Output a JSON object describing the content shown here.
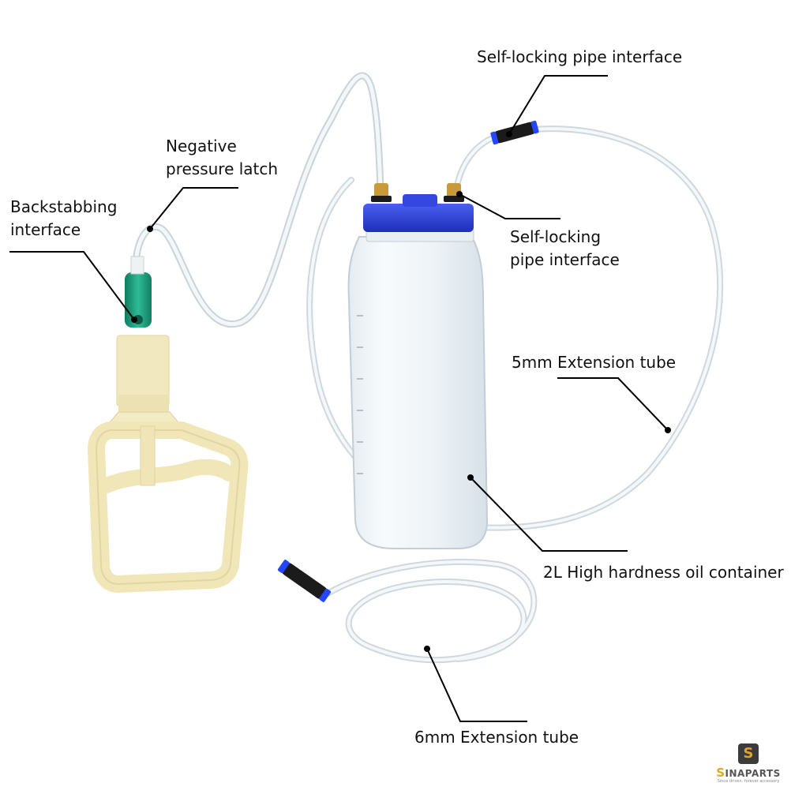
{
  "labels": {
    "self_locking_top": "Self-locking pipe interface",
    "negative_line1": "Negative",
    "negative_line2": "pressure latch",
    "backstab_line1": "Backstabbing",
    "backstab_line2": "interface",
    "self_locking_right_line1": "Self-locking",
    "self_locking_right_line2": "pipe interface",
    "tube_5mm": "5mm Extension tube",
    "container": "2L High hardness oil container",
    "tube_6mm": "6mm Extension tube"
  },
  "brand": {
    "badge": "S",
    "name_first": "S",
    "name_rest": "INAPARTS",
    "tagline": "Since driven. forever accessory"
  },
  "colors": {
    "cap_blue": "#2a3fd6",
    "pump_cream": "#f3ebc4",
    "valve_green": "#1f9a7c",
    "brass": "#c99a3a",
    "tube": "#dfe6ea",
    "leader": "#000000"
  }
}
